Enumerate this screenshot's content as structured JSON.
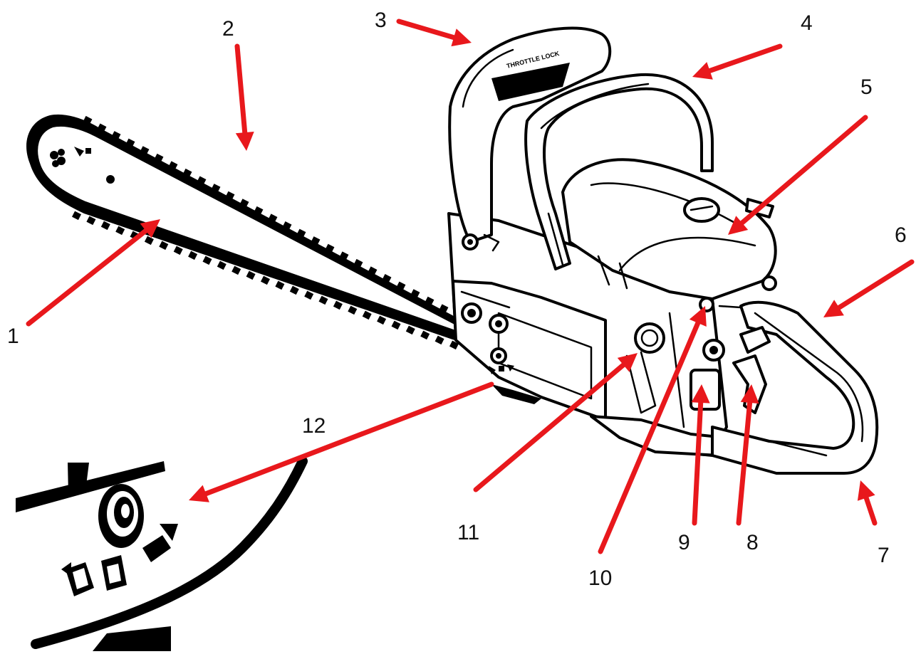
{
  "diagram": {
    "accent_color": "#e8181c",
    "labels": [
      {
        "id": "1",
        "text": "1"
      },
      {
        "id": "2",
        "text": "2"
      },
      {
        "id": "3",
        "text": "3"
      },
      {
        "id": "4",
        "text": "4"
      },
      {
        "id": "5",
        "text": "5"
      },
      {
        "id": "6",
        "text": "6"
      },
      {
        "id": "7",
        "text": "7"
      },
      {
        "id": "8",
        "text": "8"
      },
      {
        "id": "9",
        "text": "9"
      },
      {
        "id": "10",
        "text": "10"
      },
      {
        "id": "11",
        "text": "11"
      },
      {
        "id": "12",
        "text": "12"
      }
    ],
    "handle_marking": "THROTTLE LOCK"
  }
}
